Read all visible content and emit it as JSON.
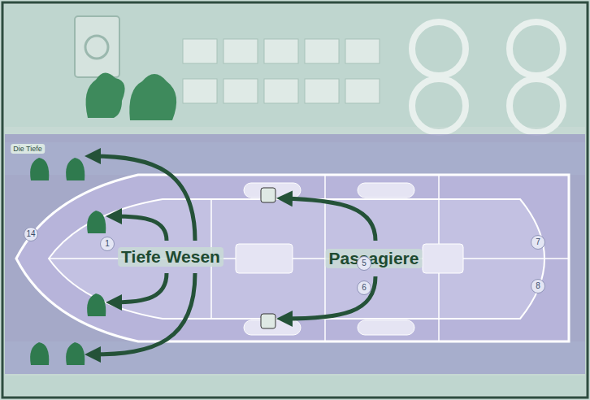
{
  "diagram": {
    "labels": [
      "Tiefe Wesen",
      "Passagiere",
      "Die Tiefe",
      "14",
      "1",
      "5",
      "6",
      "7",
      "8"
    ]
  }
}
